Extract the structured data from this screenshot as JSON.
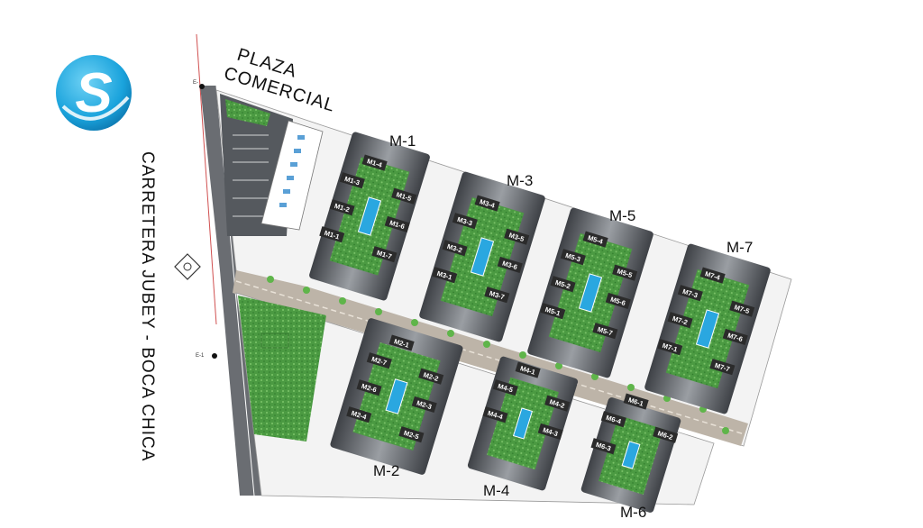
{
  "logo": {
    "letter": "S",
    "icon": "swoosh-s-logo-icon"
  },
  "labels": {
    "plaza_line1": "PLAZA",
    "plaza_line2": "COMERCIAL",
    "road": "CARRETERA JUBEY - BOCA CHICA",
    "marker_top": "E-",
    "marker_mid": "E-1"
  },
  "blocks": [
    {
      "id": "M-1",
      "units": [
        "M1-4",
        "M1-3",
        "M1-5",
        "M1-2",
        "M1-6",
        "M1-1",
        "M1-7"
      ]
    },
    {
      "id": "M-3",
      "units": [
        "M3-4",
        "M3-3",
        "M3-5",
        "M3-2",
        "M3-6",
        "M3-1",
        "M3-7"
      ]
    },
    {
      "id": "M-5",
      "units": [
        "M5-4",
        "M5-3",
        "M5-5",
        "M5-2",
        "M5-6",
        "M5-1",
        "M5-7"
      ]
    },
    {
      "id": "M-7",
      "units": [
        "M7-4",
        "M7-3",
        "M7-5",
        "M7-2",
        "M7-6",
        "M7-1",
        "M7-7"
      ]
    },
    {
      "id": "M-2",
      "units": [
        "M2-1",
        "M2-7",
        "M2-2",
        "M2-6",
        "M2-3",
        "M2-4",
        "M2-5"
      ]
    },
    {
      "id": "M-4",
      "units": [
        "M4-1",
        "M4-5",
        "M4-2",
        "M4-4",
        "M4-3"
      ]
    },
    {
      "id": "M-6",
      "units": [
        "M6-1",
        "M6-4",
        "M6-2",
        "M6-3"
      ]
    }
  ],
  "colors": {
    "logo_blue": "#1aa3dc",
    "pavement": "#4f5257",
    "green": "#3f8f3a",
    "pool": "#2aa7e0",
    "avenue": "#c9c0b4"
  }
}
